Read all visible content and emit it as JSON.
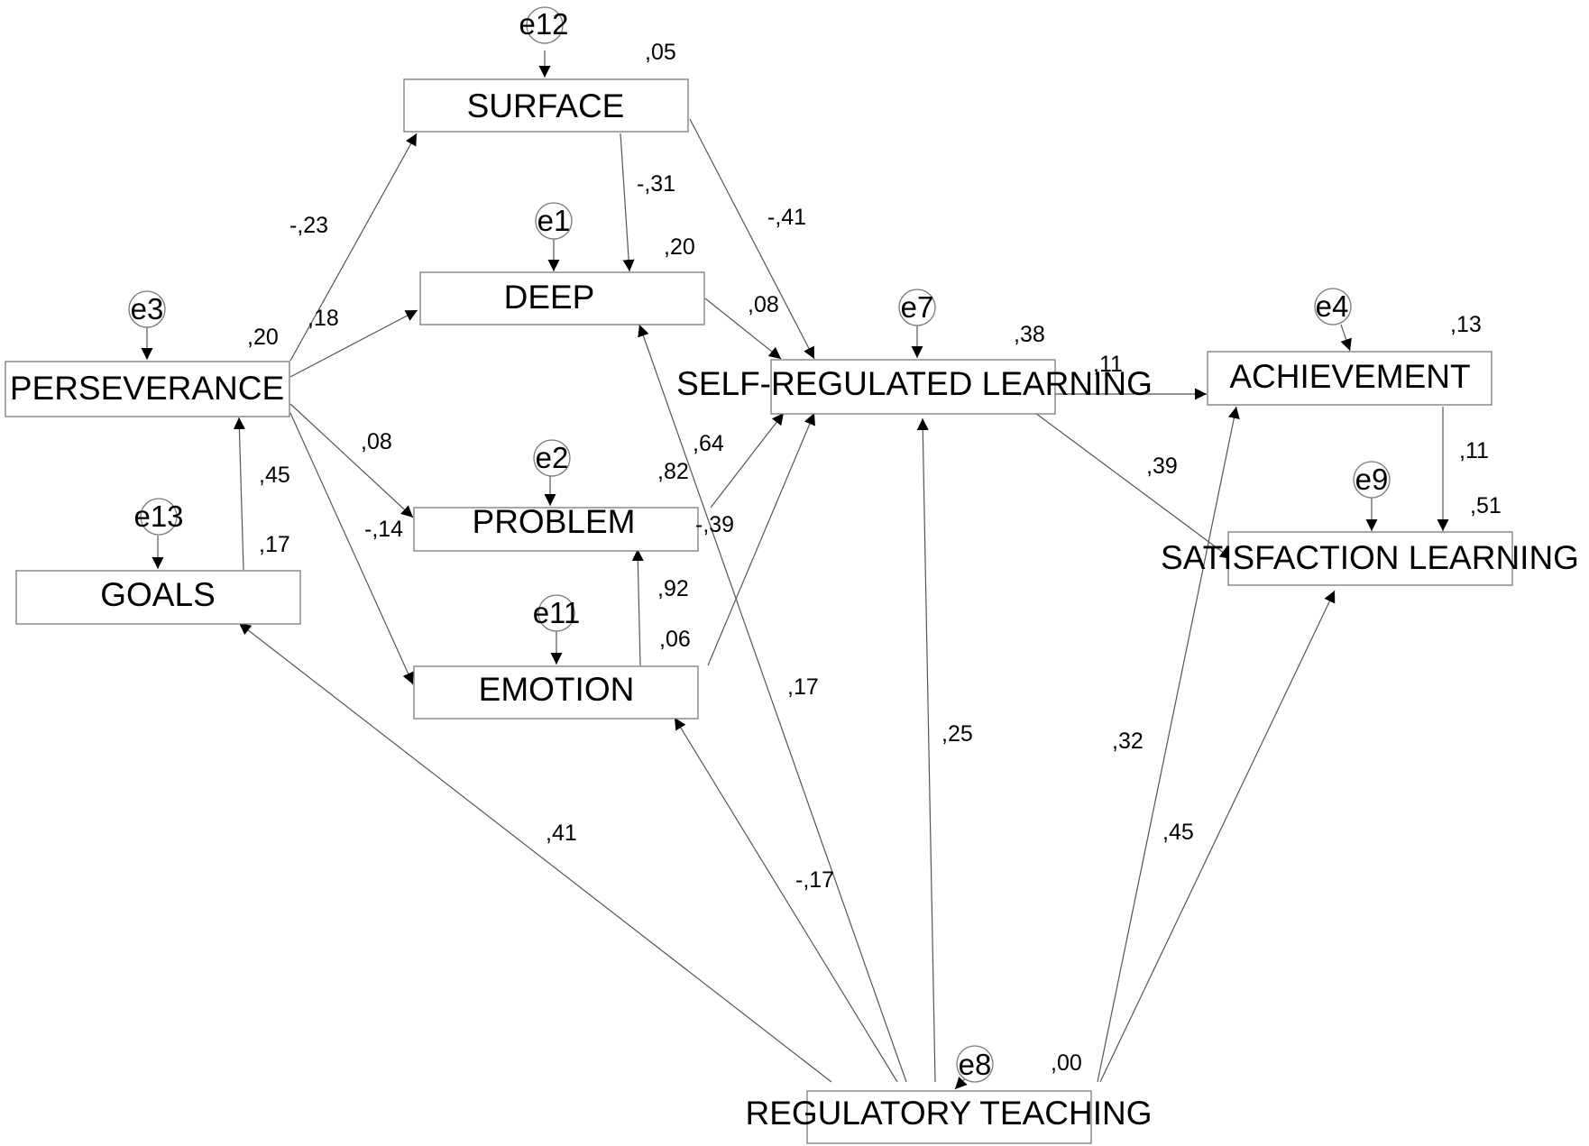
{
  "nodes": {
    "surface": "SURFACE",
    "deep": "DEEP",
    "perseverance": "PERSEVERANCE",
    "problem": "PROBLEM",
    "goals": "GOALS",
    "emotion": "EMOTION",
    "srl": "SELF-REGULATED LEARNING",
    "achievement": "ACHIEVEMENT",
    "satisfaction": "SATISFACTION LEARNING",
    "teaching": "REGULATORY TEACHING"
  },
  "errors": {
    "e12": "e12",
    "e1": "e1",
    "e3": "e3",
    "e2": "e2",
    "e13": "e13",
    "e11": "e11",
    "e7": "e7",
    "e4": "e4",
    "e9": "e9",
    "e8": "e8"
  },
  "r2": {
    "surface": ",05",
    "deep": ",20",
    "perseverance": ",20",
    "problem": ",82",
    "goals": ",17",
    "emotion": ",06",
    "srl": ",38",
    "achievement": ",13",
    "satisfaction": ",51",
    "teaching": ",00"
  },
  "paths": {
    "pers_surface": "-,23",
    "pers_deep": ",18",
    "pers_problem": ",08",
    "pers_emotion": "-,14",
    "goals_pers": ",45",
    "surface_deep": "-,31",
    "surface_srl": "-,41",
    "deep_srl": ",08",
    "problem_srl": ",64",
    "emotion_problem": ",92",
    "emotion_srl": "-,39",
    "srl_achievement": ",11",
    "srl_satisfaction": ",39",
    "achievement_satisfaction": ",11",
    "teaching_goals": ",41",
    "teaching_emotion": "-,17",
    "teaching_deep": ",17",
    "teaching_srl": ",25",
    "teaching_achievement": ",32",
    "teaching_satisfaction": ",45"
  }
}
